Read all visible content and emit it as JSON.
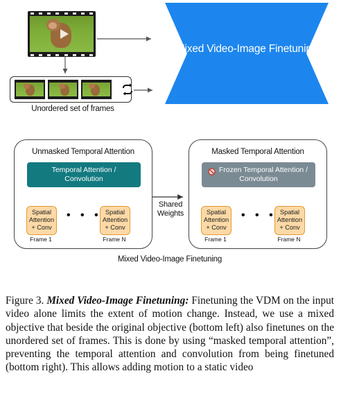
{
  "figure": {
    "video_label": "",
    "frames_caption": "Unordered set of frames",
    "hourglass_label": "Mixed Video-Image Finetuning",
    "left_panel": {
      "title": "Unmasked Temporal Attention",
      "bar_line1": "Temporal Attention /",
      "bar_line2": "Convolution",
      "spatial_line1": "Spatial",
      "spatial_line2": "Attention",
      "spatial_line3": "+ Conv",
      "frame_first": "Frame 1",
      "frame_last": "Frame N",
      "bar_color": "#137a80"
    },
    "right_panel": {
      "title": "Masked Temporal Attention",
      "bar_line1": "Frozen Temporal Attention /",
      "bar_line2": "Convolution",
      "spatial_line1": "Spatial",
      "spatial_line2": "Attention",
      "spatial_line3": "+ Conv",
      "frame_first": "Frame 1",
      "frame_last": "Frame N",
      "bar_color": "#7b8b94"
    },
    "shared_line1": "Shared",
    "shared_line2": "Weights",
    "bottom_title": "Mixed Video-Image Finetuning",
    "hourglass_color": "#1c86ee"
  },
  "caption": {
    "prefix": "Figure 3. ",
    "lead": "Mixed Video-Image Finetuning:",
    "text": " Finetuning the VDM on the input video alone limits the extent of motion change. Instead, we use a mixed objective that beside the original objective (bottom left) also finetunes on the unordered set of frames. This is done by using “masked temporal attention”, preventing the temporal attention and convolution from being finetuned (bottom right). This allows adding motion to a static video"
  }
}
